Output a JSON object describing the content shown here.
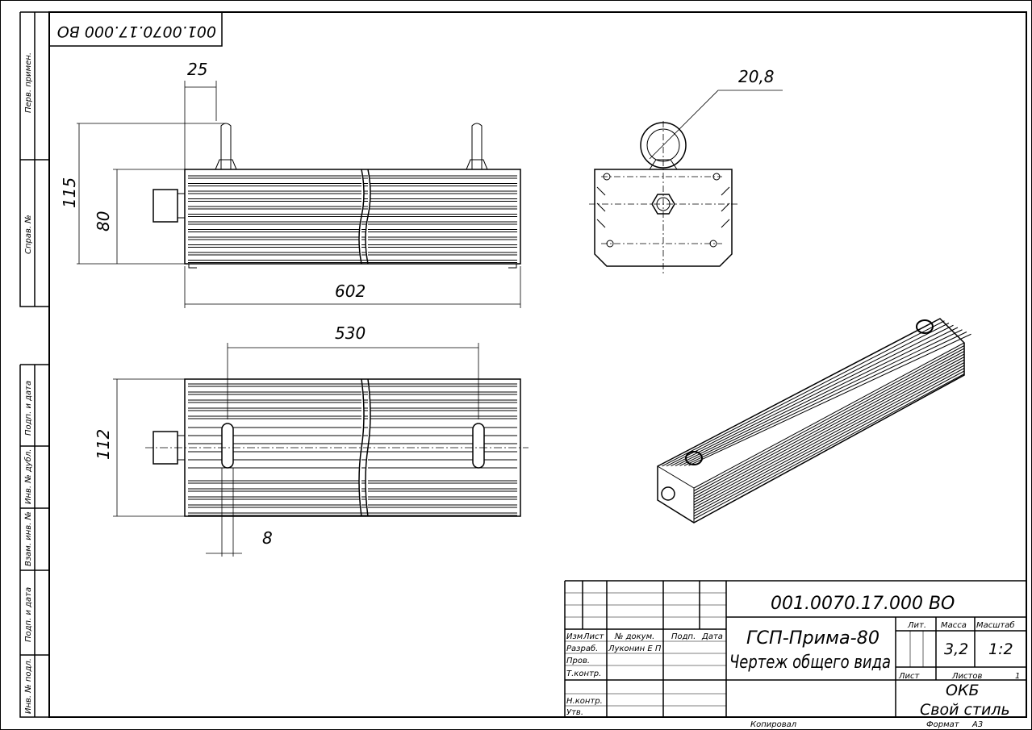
{
  "stamp_code": "001.0070.17.000 ВО",
  "left_strip": [
    "Перв. примен.",
    "Справ. №",
    "Подп. и дата",
    "Инв. № дубл.",
    "Взам. инв. №",
    "Подп. и дата",
    "Инв. № подл."
  ],
  "dimensions": {
    "top_offset": "25",
    "overall_height": "115",
    "body_height": "80",
    "length": "602",
    "mount_spacing": "530",
    "width": "112",
    "mount_width": "8",
    "eye_diameter": "20,8"
  },
  "title_block": {
    "code": "001.0070.17.000 ВО",
    "name_line1": "ГСП-Прима-80",
    "name_line2": "Чертеж общего вида",
    "headers": {
      "izm": "Изм",
      "list": "Лист",
      "doc": "№ докум.",
      "sign": "Подп.",
      "date": "Дата"
    },
    "roles": {
      "razrab": "Разраб.",
      "prov": "Пров.",
      "tkontr": "Т.контр.",
      "nkontr": "Н.контр.",
      "utv": "Утв."
    },
    "developer": "Луконин Е П",
    "lit_label": "Лит.",
    "mass_label": "Масса",
    "scale_label": "Масштаб",
    "mass": "3,2",
    "scale": "1:2",
    "sheet_label": "Лист",
    "sheets_label": "Листов",
    "sheets": "1",
    "org_line1": "ОКБ",
    "org_line2": "Свой стиль",
    "copied": "Копировал",
    "format_label": "Формат",
    "format": "А3"
  }
}
